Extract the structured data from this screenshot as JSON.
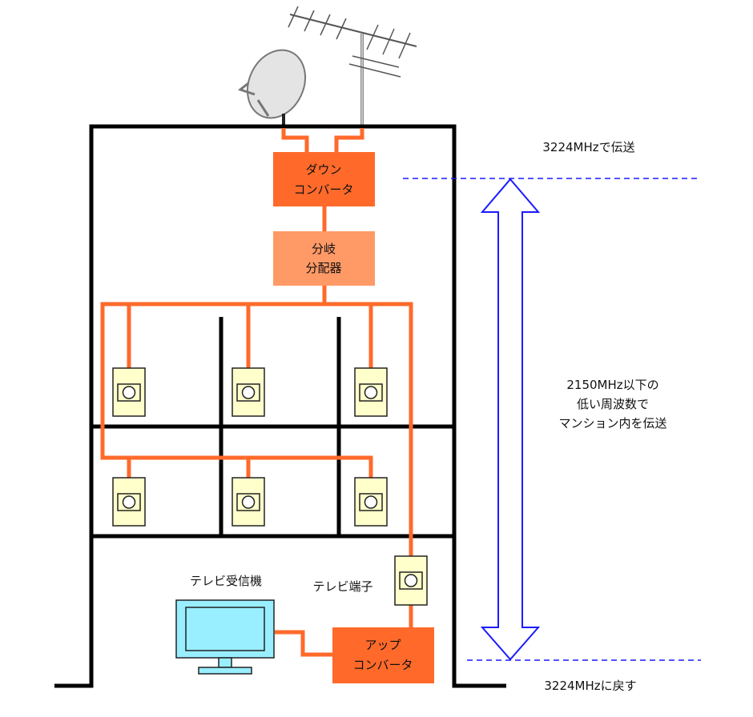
{
  "components": {
    "down_converter": {
      "line1": "ダウン",
      "line2": "コンバータ"
    },
    "splitter": {
      "line1": "分岐",
      "line2": "分配器"
    },
    "up_converter": {
      "line1": "アップ",
      "line2": "コンバータ"
    }
  },
  "labels": {
    "tv_receiver": "テレビ受信機",
    "tv_outlet": "テレビ端子",
    "top_frequency": "3224MHzで伝送",
    "middle_line1": "2150MHz以下の",
    "middle_line2": "低い周波数で",
    "middle_line3": "マンション内を伝送",
    "bottom_frequency": "3224MHzに戻す"
  },
  "colors": {
    "cable": "#ff6a2b",
    "converter_fill": "#ff6a2b",
    "splitter_fill": "#ff9966",
    "outlet_fill": "#ffffcc",
    "tv_screen": "#99eeff",
    "arrow": "#1a1aff",
    "building": "#000000"
  },
  "icons": {
    "antennas": [
      "satellite-dish-icon",
      "yagi-antenna-icon"
    ],
    "outlet": "tv-outlet-icon",
    "receiver": "television-icon"
  }
}
